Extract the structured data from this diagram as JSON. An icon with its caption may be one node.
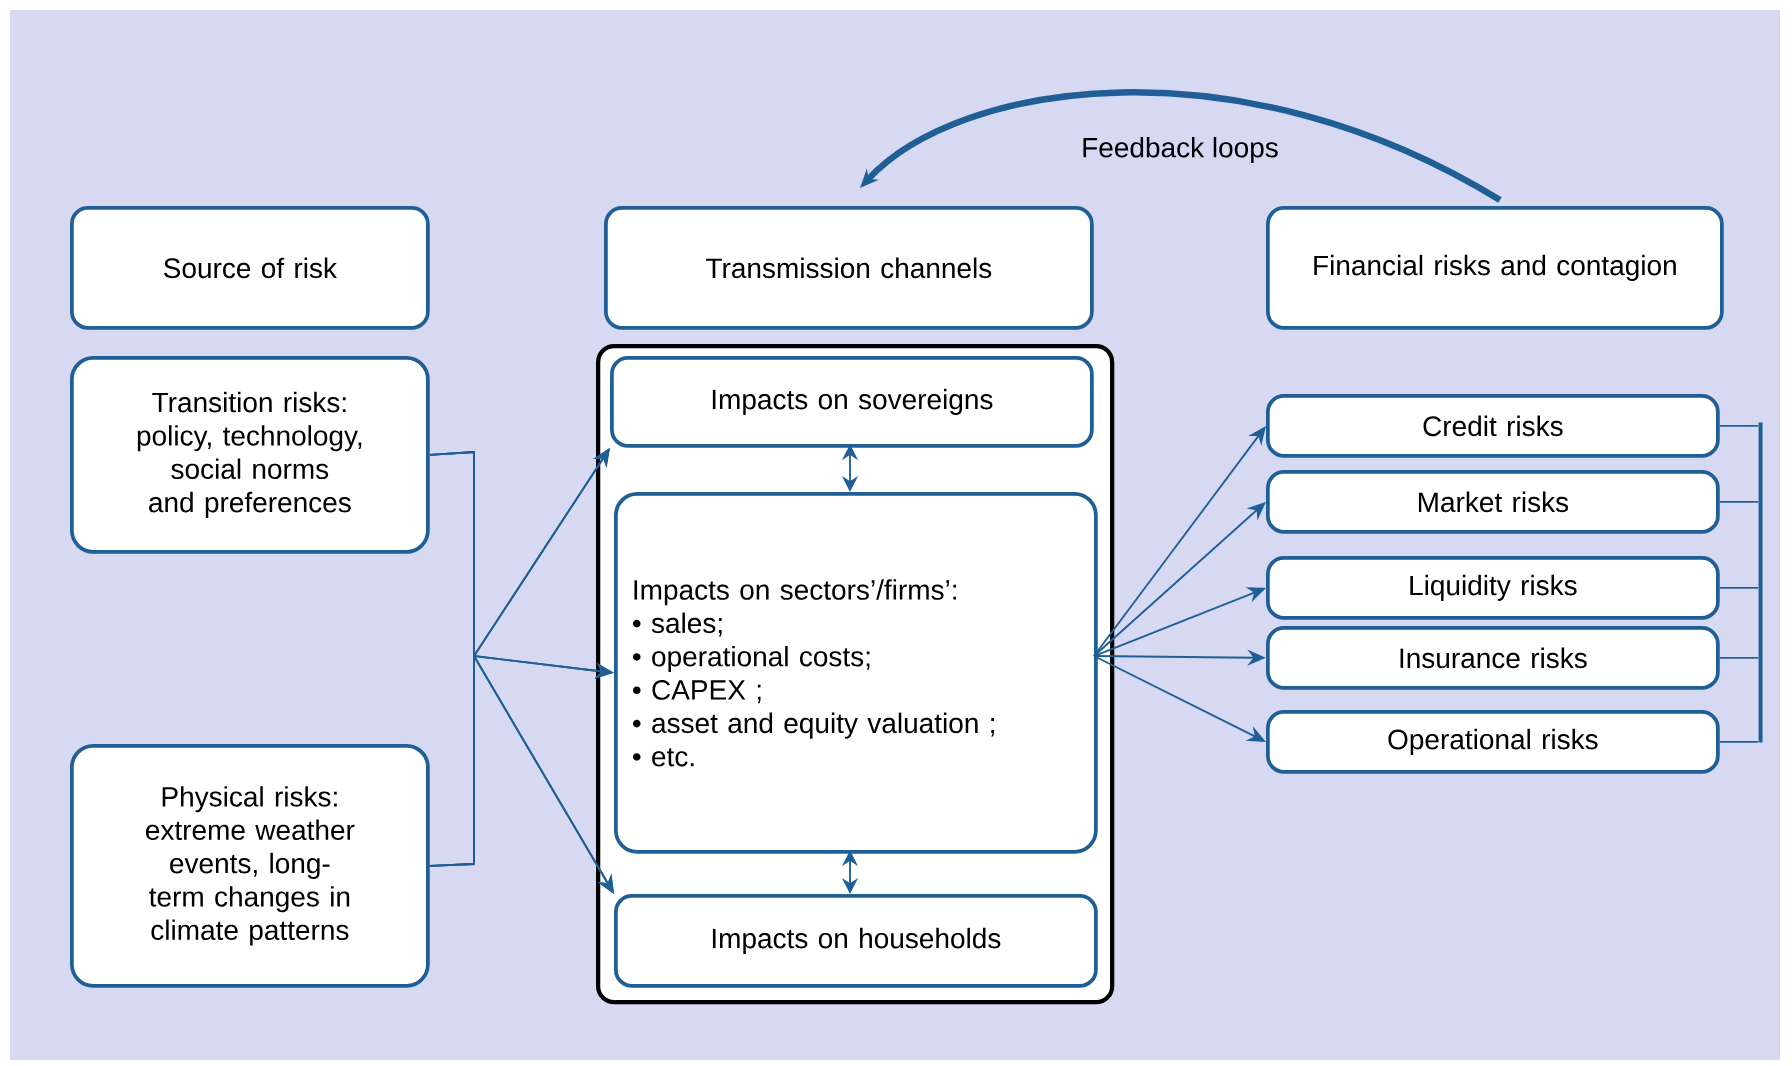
{
  "diagram": {
    "nodes": [
      {
        "text": [
          "Source of risk"
        ]
      },
      {
        "text": [
          "Transmission channels"
        ]
      },
      {
        "text": [
          "Financial risks and contagion"
        ]
      },
      {
        "text": [
          "Transition risks: policy, technology, social norms and preferences"
        ]
      },
      {
        "text": [
          "Physical risks: extreme weather events, long-term changes in climate patterns"
        ]
      },
      {
        "text": [],
        "shape": "box"
      },
      {
        "text": [
          "Impacts on sovereigns"
        ],
        "in": 5
      },
      {
        "text": [
          "Impacts on sectors’/firms’:",
          "• sales;",
          "• operational costs;",
          "• CAPEX ;",
          "• asset and equity valuation ;",
          "• etc."
        ],
        "in": 5
      },
      {
        "text": [
          "Impacts on households"
        ],
        "in": 5
      },
      {
        "text": [
          "Credit risks"
        ]
      },
      {
        "text": [
          "Market risks"
        ]
      },
      {
        "text": [
          "Liquidity risks"
        ]
      },
      {
        "text": [
          "Insurance risks"
        ]
      },
      {
        "text": [
          "Operational risks"
        ]
      },
      {
        "text": [],
        "shape": "bar"
      }
    ],
    "edges": [
      {
        "from": 2,
        "to": 1,
        "arrow": "to",
        "label": "Feedback loops",
        "style": "thick"
      },
      {
        "from": 3,
        "to": 6,
        "arrow": "to"
      },
      {
        "from": 3,
        "to": 7,
        "arrow": "to"
      },
      {
        "from": 3,
        "to": 8,
        "arrow": "to"
      },
      {
        "from": 4,
        "to": 6,
        "arrow": "to"
      },
      {
        "from": 4,
        "to": 7,
        "arrow": "to"
      },
      {
        "from": 4,
        "to": 8,
        "arrow": "to"
      },
      {
        "from": 6,
        "to": 7,
        "arrow": "both"
      },
      {
        "from": 7,
        "to": 8,
        "arrow": "both"
      },
      {
        "from": 7,
        "to": 9,
        "arrow": "to"
      },
      {
        "from": 7,
        "to": 10,
        "arrow": "to"
      },
      {
        "from": 7,
        "to": 11,
        "arrow": "to"
      },
      {
        "from": 7,
        "to": 12,
        "arrow": "to"
      },
      {
        "from": 7,
        "to": 13,
        "arrow": "to"
      },
      {
        "from": 9,
        "to": 14,
        "arrow": "none"
      },
      {
        "from": 10,
        "to": 14,
        "arrow": "none"
      },
      {
        "from": 11,
        "to": 14,
        "arrow": "none"
      },
      {
        "from": 12,
        "to": 14,
        "arrow": "none"
      },
      {
        "from": 13,
        "to": 14,
        "arrow": "none"
      }
    ]
  }
}
